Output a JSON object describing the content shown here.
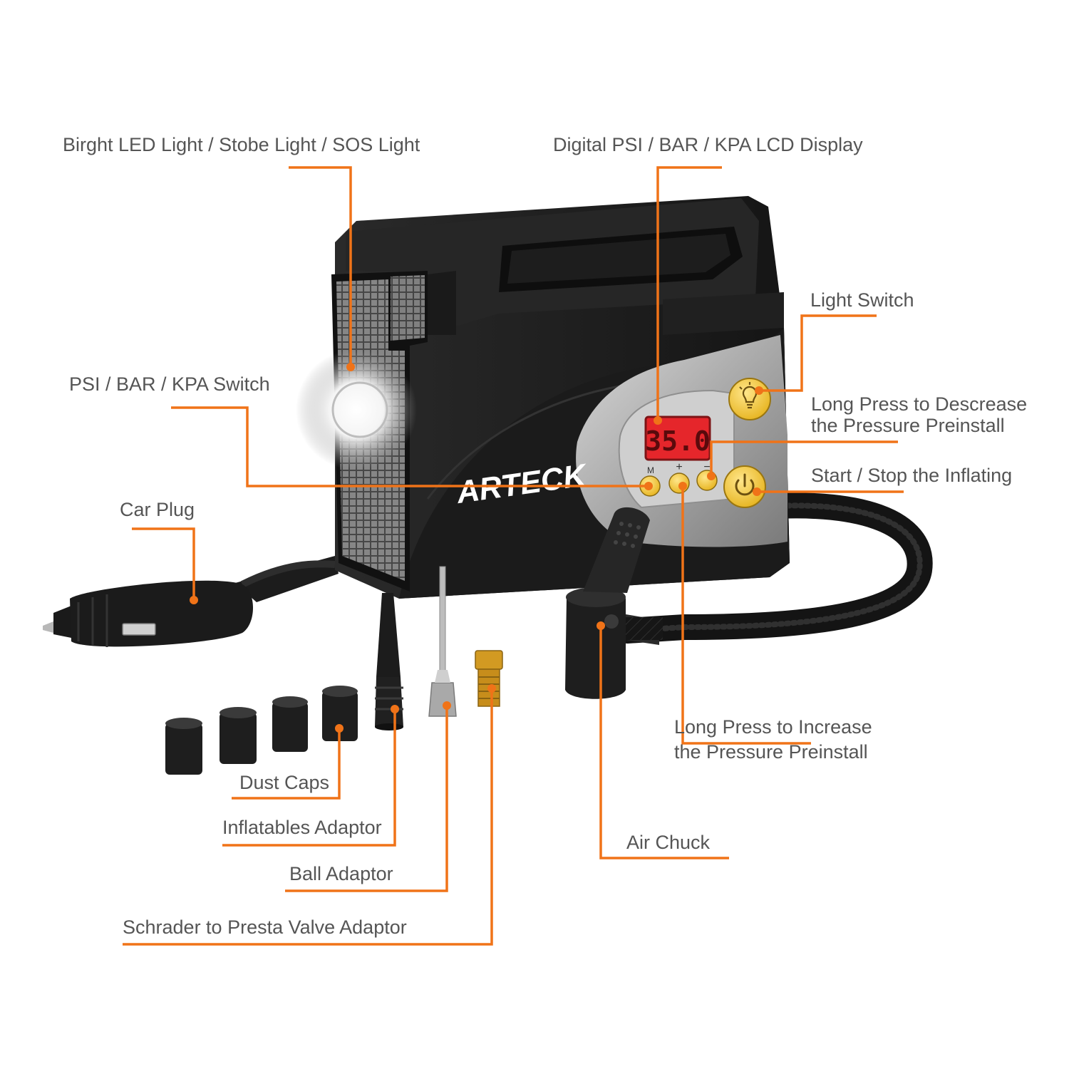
{
  "brand": "ARTECK",
  "display": {
    "reading": "35.0"
  },
  "buttons": {
    "m": "M",
    "plus": "+",
    "minus": "−"
  },
  "labels": {
    "led_light": "Birght LED Light / Stobe Light / SOS Light",
    "lcd_display": "Digital PSI / BAR / KPA LCD Display",
    "light_switch": "Light Switch",
    "decrease_line1": "Long Press to Descrease",
    "decrease_line2": "the Pressure Preinstall",
    "psi_switch": "PSI / BAR / KPA Switch",
    "start_stop": "Start / Stop the Inflating",
    "car_plug": "Car Plug",
    "increase_line1": "Long Press to Increase",
    "increase_line2": "the Pressure Preinstall",
    "dust_caps": "Dust Caps",
    "inflatables_adaptor": "Inflatables Adaptor",
    "ball_adaptor": "Ball Adaptor",
    "air_chuck": "Air Chuck",
    "presta_adaptor": "Schrader to Presta Valve Adaptor"
  },
  "colors": {
    "leader": "#f07318",
    "label_text": "#555555",
    "body": "#1c1c1c",
    "lcd": "#e5262b",
    "button_yellow": "#f2c531"
  }
}
